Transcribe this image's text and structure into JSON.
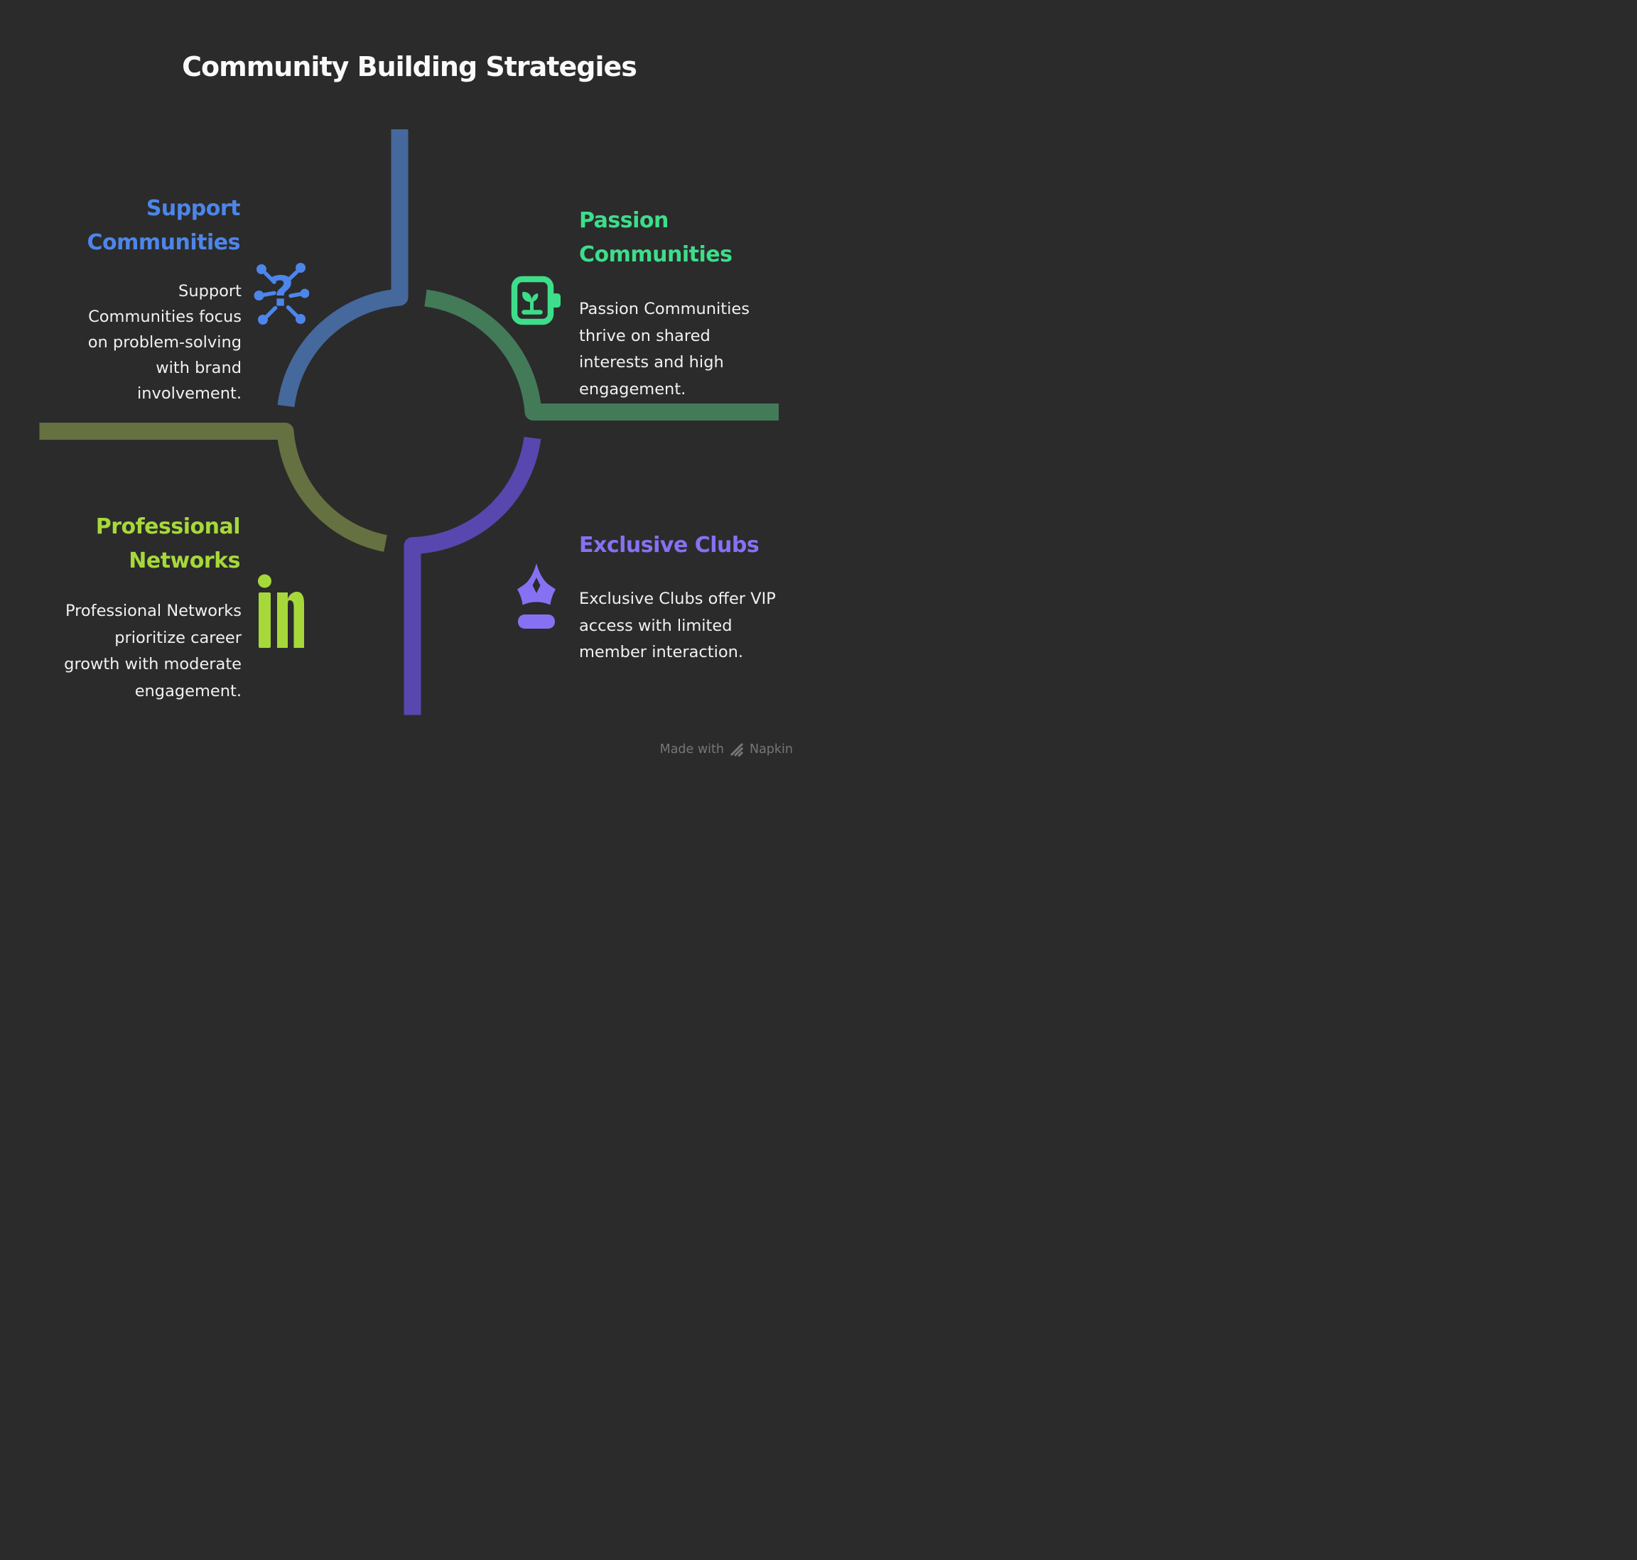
{
  "title": "Community Building Strategies",
  "background_color": "#2b2b2b",
  "sections": {
    "support": {
      "heading_lines": [
        "Support",
        "Communities"
      ],
      "desc_lines": [
        "Support",
        "Communities focus",
        "on problem-solving",
        "with brand",
        "involvement."
      ],
      "accent": "#4d86ea",
      "arc_color": "#45689d",
      "icon": "question-network-icon"
    },
    "passion": {
      "heading_lines": [
        "Passion",
        "Communities"
      ],
      "desc_lines": [
        "Passion Communities",
        "thrive on shared",
        "interests and high",
        "engagement."
      ],
      "accent": "#3edd8a",
      "arc_color": "#437a58",
      "icon": "battery-sprout-icon"
    },
    "professional": {
      "heading_lines": [
        "Professional",
        "Networks"
      ],
      "desc_lines": [
        "Professional Networks",
        "prioritize career",
        "growth with moderate",
        "engagement."
      ],
      "accent": "#a6d83a",
      "arc_color": "#657140",
      "icon": "linkedin-icon",
      "linkedin_glyph": "in"
    },
    "exclusive": {
      "heading_lines": [
        "Exclusive Clubs"
      ],
      "desc_lines": [
        "Exclusive Clubs offer VIP",
        "access with limited",
        "member interaction."
      ],
      "accent": "#8671f3",
      "arc_color": "#5747ae",
      "icon": "crown-icon"
    }
  },
  "footer": {
    "made_with": "Made with",
    "brand": "Napkin"
  },
  "text_color": "#f1f1ef",
  "title_color": "#fafafa",
  "footer_color": "#767676"
}
